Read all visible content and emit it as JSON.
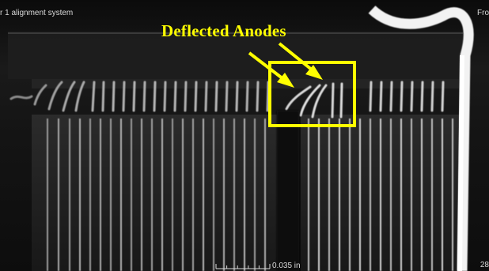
{
  "viewer": {
    "top_left_text": "r 1 alignment system",
    "top_right_text": "Fro",
    "bottom_right_text": "28"
  },
  "annotation": {
    "title": "Deflected Anodes",
    "color": "#FFFF00",
    "arrow_color": "#FFFF00",
    "box_color": "#FFFF00"
  },
  "scale": {
    "label": "0.035 in"
  },
  "icons": {
    "callout_arrows": "arrow-icon",
    "highlight_box": "rectangle-outline"
  }
}
